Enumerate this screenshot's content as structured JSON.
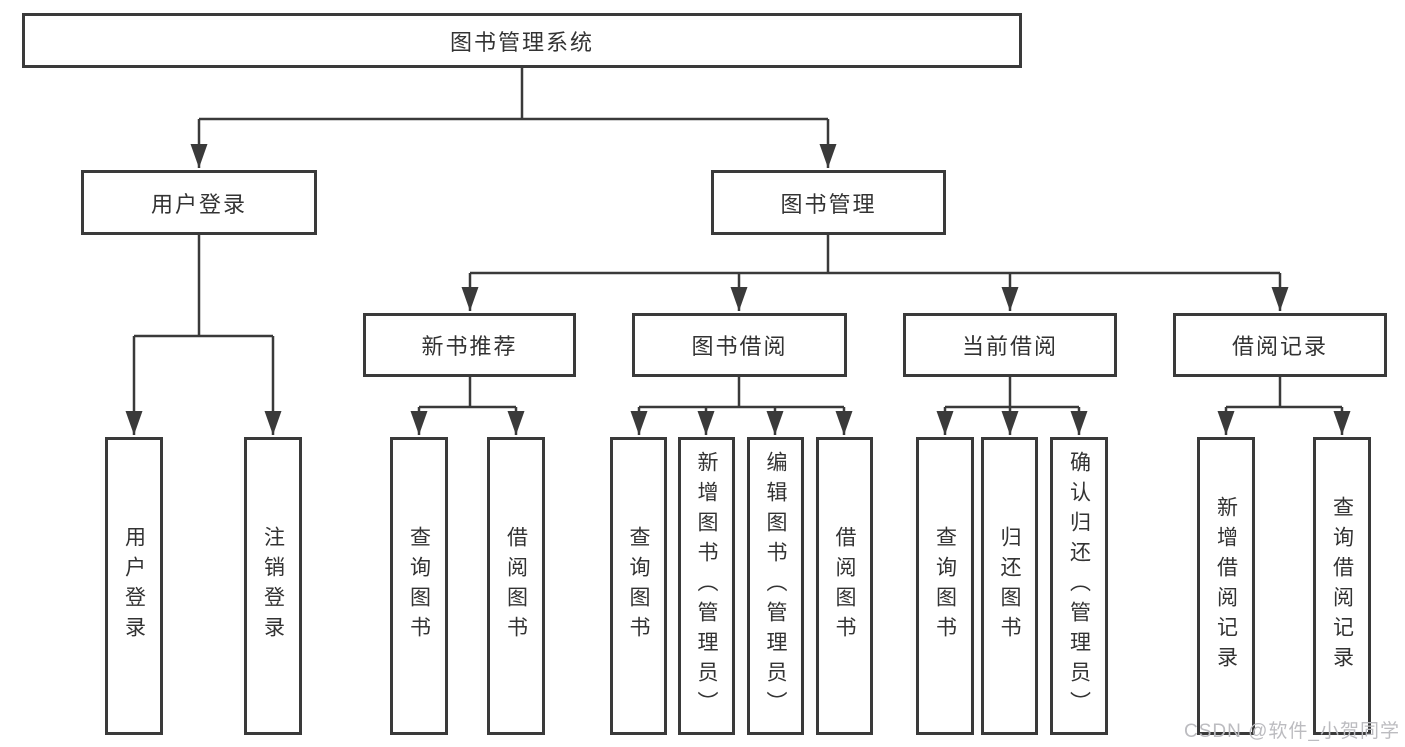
{
  "diagram": {
    "type": "hierarchy",
    "nodes": {
      "root": "图书管理系统",
      "user_login": "用户登录",
      "book_manage": "图书管理",
      "new_book": "新书推荐",
      "book_borrow": "图书借阅",
      "current_borrow": "当前借阅",
      "borrow_record": "借阅记录",
      "ul_login": "用户登录",
      "ul_logout": "注销登录",
      "nb_query": "查询图书",
      "nb_borrow": "借阅图书",
      "bb_query": "查询图书",
      "bb_add": "新增图书（管理员）",
      "bb_edit": "编辑图书（管理员）",
      "bb_borrow": "借阅图书",
      "cb_query": "查询图书",
      "cb_return": "归还图书",
      "cb_confirm": "确认归还（管理员）",
      "br_add": "新增借阅记录",
      "br_query": "查询借阅记录"
    },
    "tree": {
      "图书管理系统": {
        "用户登录": [
          "用户登录",
          "注销登录"
        ],
        "图书管理": {
          "新书推荐": [
            "查询图书",
            "借阅图书"
          ],
          "图书借阅": [
            "查询图书",
            "新增图书（管理员）",
            "编辑图书（管理员）",
            "借阅图书"
          ],
          "当前借阅": [
            "查询图书",
            "归还图书",
            "确认归还（管理员）"
          ],
          "借阅记录": [
            "新增借阅记录",
            "查询借阅记录"
          ]
        }
      }
    },
    "colors": {
      "line": "#3a3a3a",
      "box_border": "#3a3a3a",
      "box_fill": "#ffffff",
      "text": "#333333",
      "background": "#ffffff",
      "watermark": "#bcbcc0"
    }
  },
  "watermark": {
    "text": "CSDN @软件_小贺同学"
  }
}
